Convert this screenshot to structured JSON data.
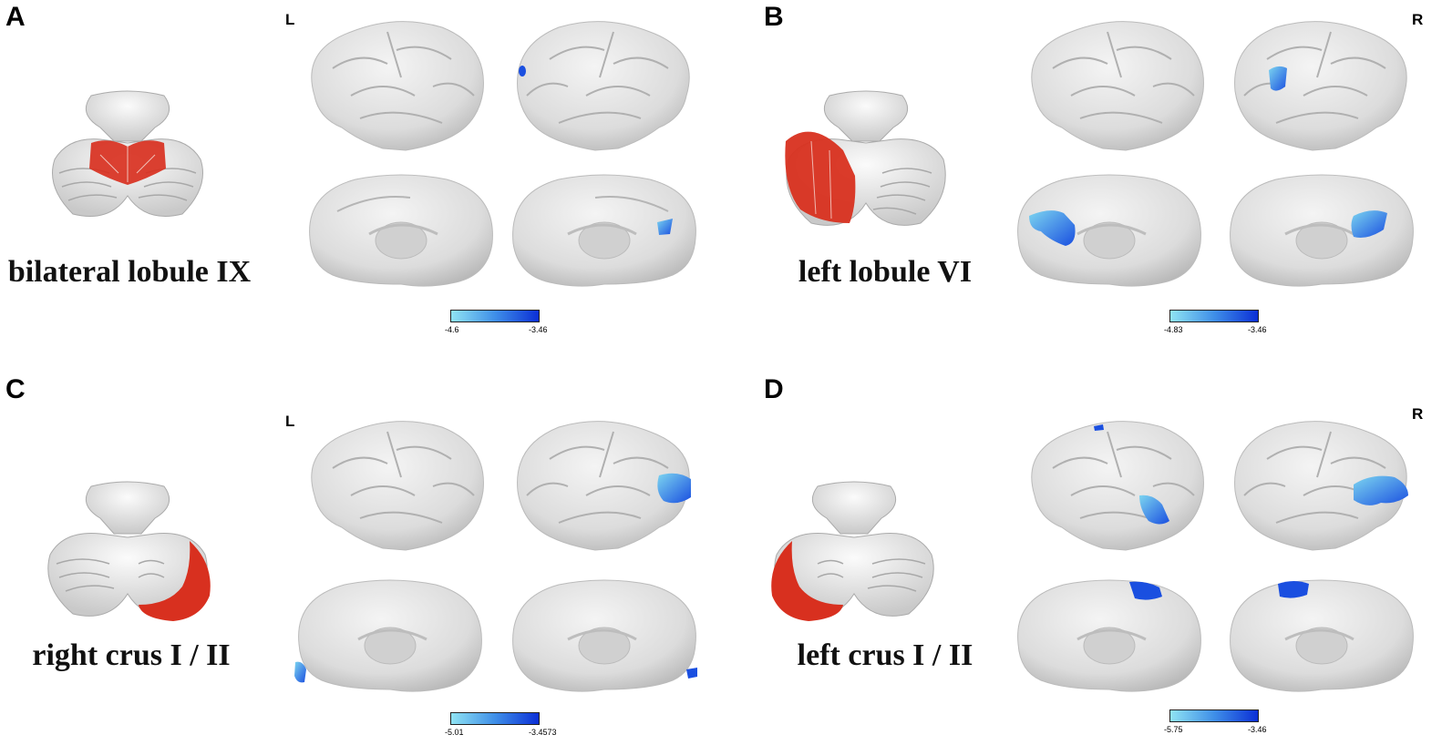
{
  "panels": [
    {
      "letter": "A",
      "hemi": "L",
      "region": "bilateral lobule IX",
      "scale_min": "-4.6",
      "scale_max": "-3.46"
    },
    {
      "letter": "B",
      "hemi": "R",
      "region": "left lobule VI",
      "scale_min": "-4.83",
      "scale_max": "-3.46"
    },
    {
      "letter": "C",
      "hemi": "L",
      "region": "right crus I / II",
      "scale_min": "-5.01",
      "scale_max": "-3.4573"
    },
    {
      "letter": "D",
      "hemi": "R",
      "region": "left crus I / II",
      "scale_min": "-5.75",
      "scale_max": "-3.46"
    }
  ],
  "colors": {
    "cerebellum_highlight": "#d8301f",
    "cortex": "#e3e3e3",
    "cluster_light": "#7cd5f0",
    "cluster_dark": "#1a4fe0"
  },
  "icons": [
    "cerebellum-model",
    "brain-lateral-left",
    "brain-lateral-right",
    "brain-medial-left",
    "brain-medial-right",
    "colorbar"
  ]
}
